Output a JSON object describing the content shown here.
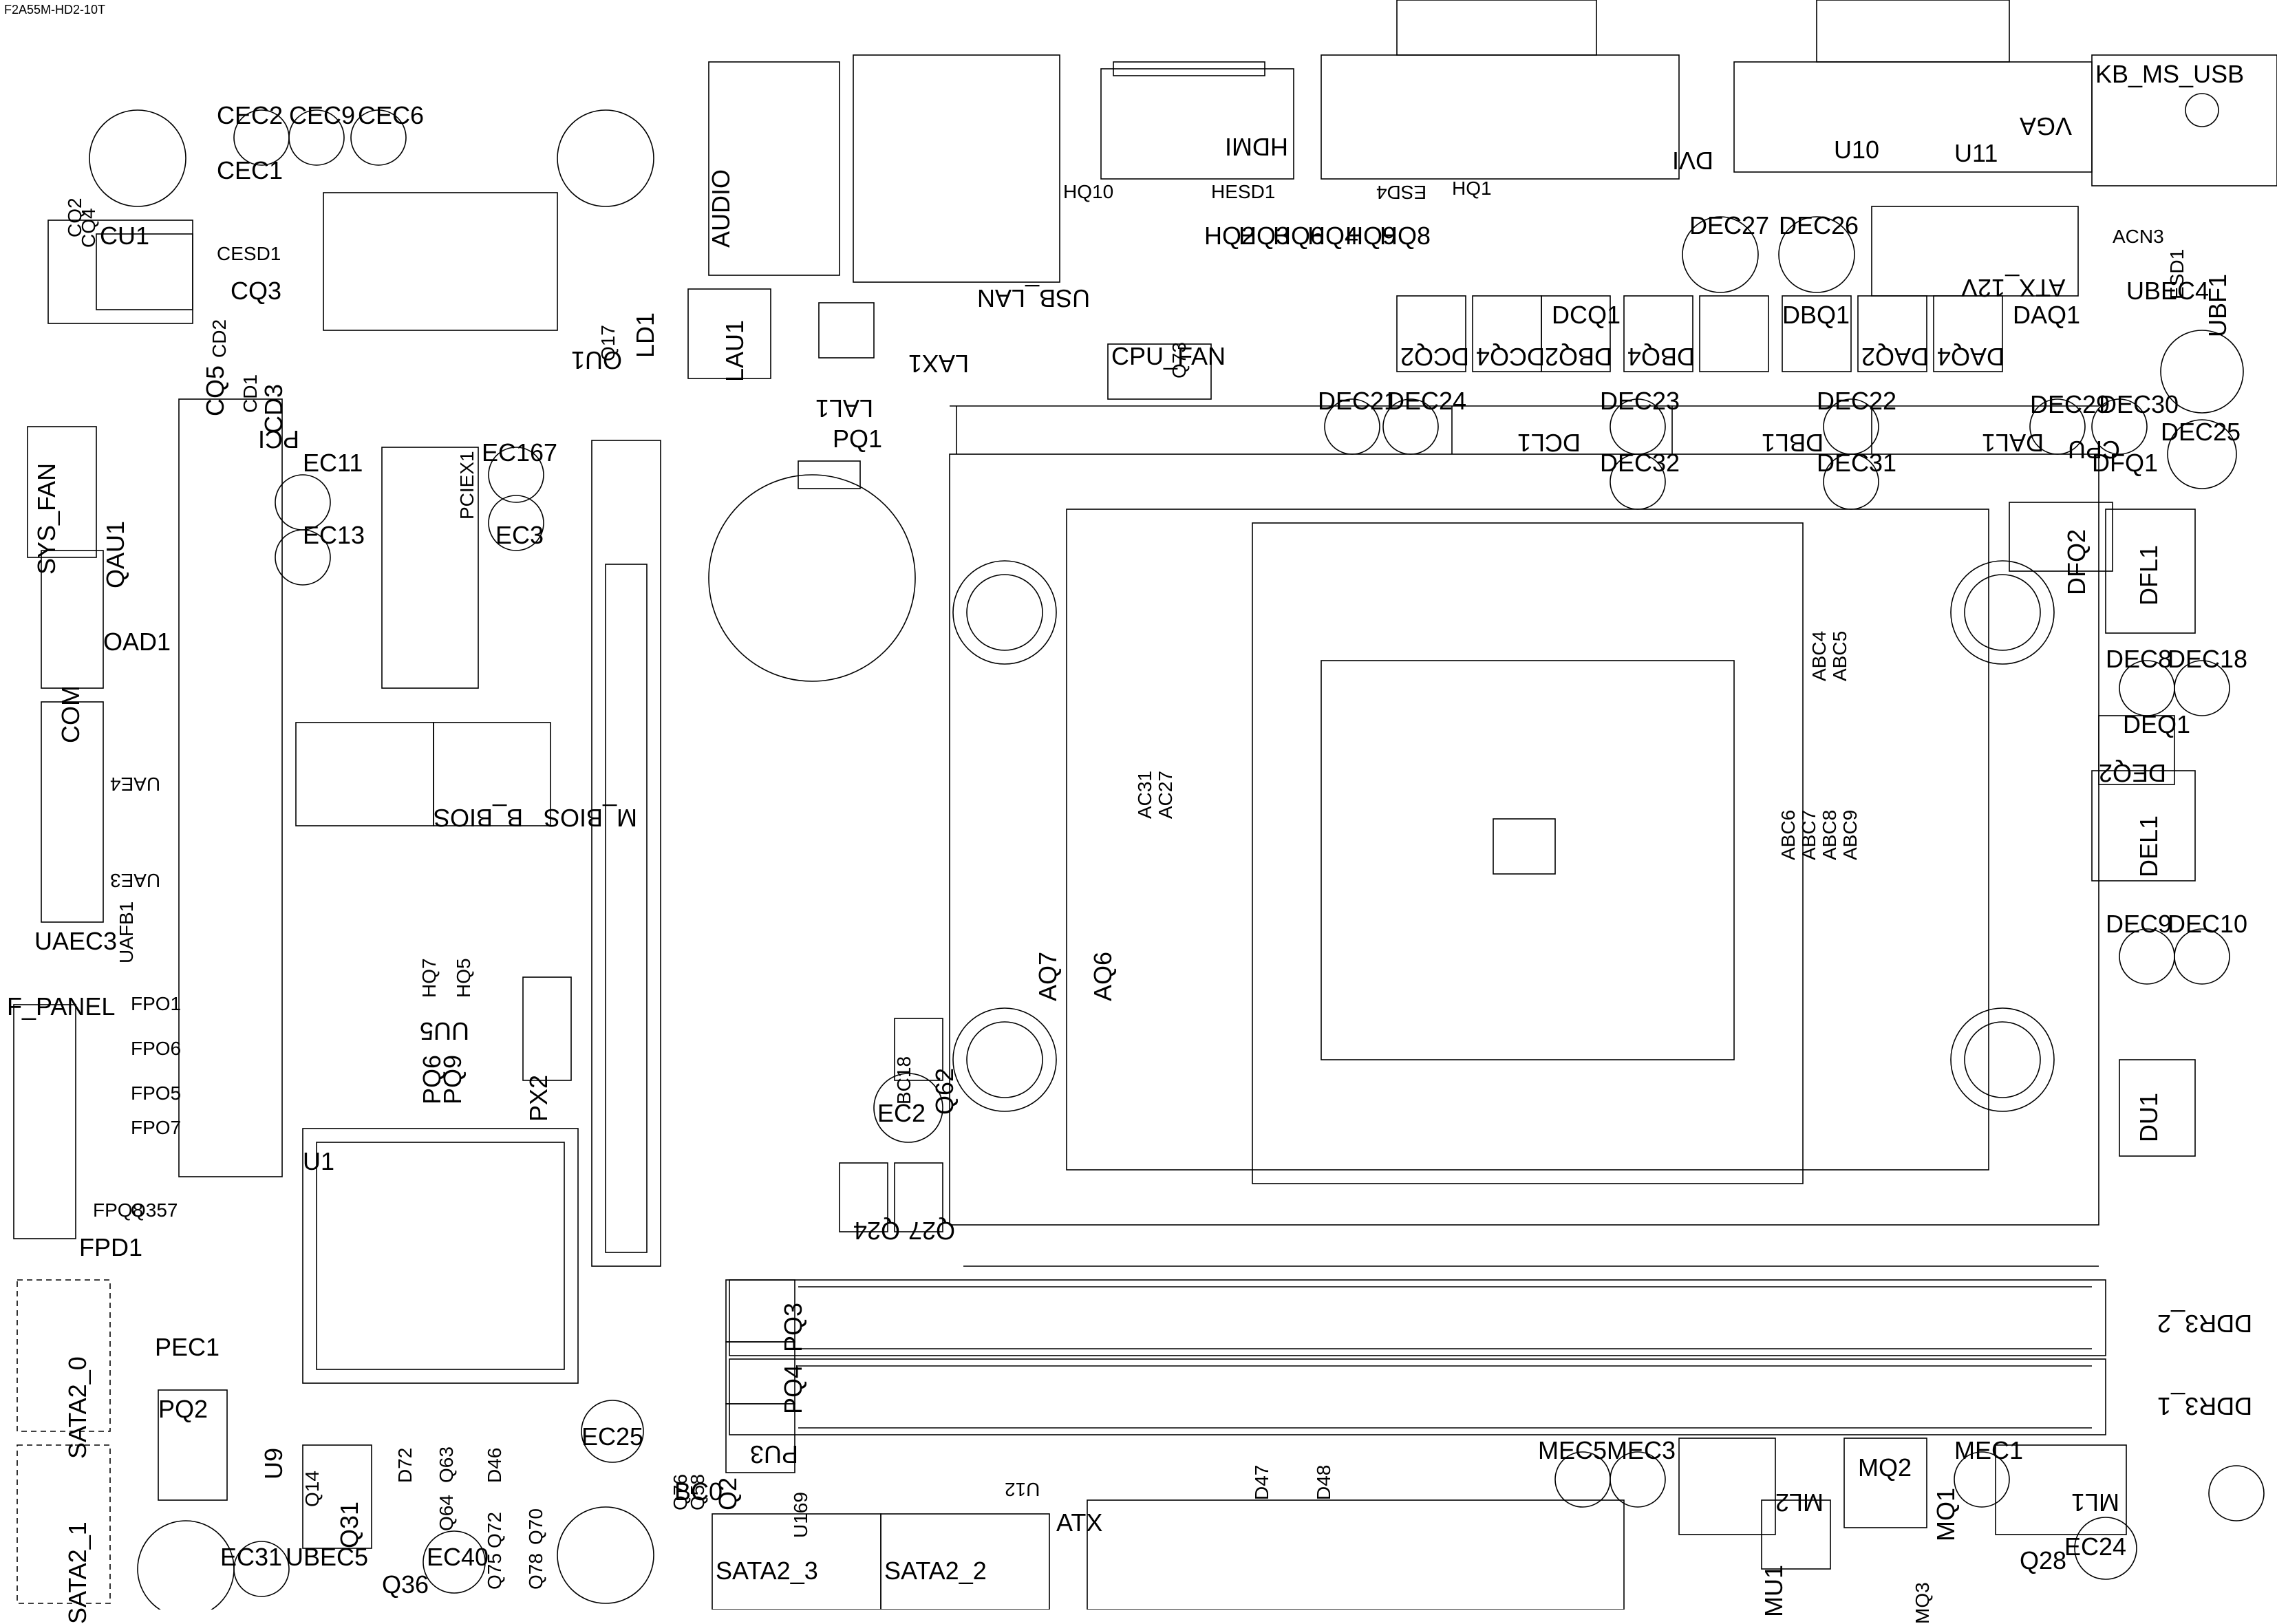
{
  "title": "F2A55M-HD2-10T",
  "labels": [
    {
      "id": "kb-ms-usb",
      "text": "KB_MS_USB",
      "size": "big"
    },
    {
      "id": "vga",
      "text": "VGA",
      "size": "big",
      "rot": 180
    },
    {
      "id": "dvi",
      "text": "DVI",
      "size": "big",
      "rot": 180
    },
    {
      "id": "hdmi",
      "text": "HDMI",
      "size": "big",
      "rot": 180
    },
    {
      "id": "audio",
      "text": "AUDIO",
      "size": "big",
      "rot": 270
    },
    {
      "id": "usb-lan",
      "text": "USB_LAN",
      "size": "big",
      "rot": 180
    },
    {
      "id": "cpu-fan",
      "text": "CPU_FAN",
      "size": "big"
    },
    {
      "id": "atx-12v",
      "text": "ATX_12V",
      "size": "big",
      "rot": 180
    },
    {
      "id": "ubf1",
      "text": "UBF1",
      "size": "big",
      "rot": 270
    },
    {
      "id": "esd1",
      "text": "ESD1",
      "size": "normal",
      "rot": 270
    },
    {
      "id": "acn3",
      "text": "ACN3",
      "size": "normal"
    },
    {
      "id": "ubec4",
      "text": "UBEC4",
      "size": "big"
    },
    {
      "id": "u10",
      "text": "U10",
      "size": "big"
    },
    {
      "id": "u11",
      "text": "U11",
      "size": "big"
    },
    {
      "id": "dec27",
      "text": "DEC27",
      "size": "big"
    },
    {
      "id": "dec26",
      "text": "DEC26",
      "size": "big"
    },
    {
      "id": "dcq1",
      "text": "DCQ1",
      "size": "big"
    },
    {
      "id": "dbq1",
      "text": "DBQ1",
      "size": "big"
    },
    {
      "id": "daq1",
      "text": "DAQ1",
      "size": "big"
    },
    {
      "id": "dcq2",
      "text": "DCQ2",
      "size": "big",
      "rot": 180
    },
    {
      "id": "dcq4",
      "text": "DCQ4",
      "size": "big",
      "rot": 180
    },
    {
      "id": "dbq2",
      "text": "DBQ2",
      "size": "big",
      "rot": 180
    },
    {
      "id": "dbq4",
      "text": "DBQ4",
      "size": "big",
      "rot": 180
    },
    {
      "id": "daq2",
      "text": "DAQ2",
      "size": "big",
      "rot": 180
    },
    {
      "id": "daq4",
      "text": "DAQ4",
      "size": "big",
      "rot": 180
    },
    {
      "id": "dec21",
      "text": "DEC21",
      "size": "big"
    },
    {
      "id": "dec24",
      "text": "DEC24",
      "size": "big"
    },
    {
      "id": "dec23",
      "text": "DEC23",
      "size": "big"
    },
    {
      "id": "dec22",
      "text": "DEC22",
      "size": "big"
    },
    {
      "id": "dec29",
      "text": "DEC29",
      "size": "big"
    },
    {
      "id": "dec30",
      "text": "DEC30",
      "size": "big"
    },
    {
      "id": "dec25",
      "text": "DEC25",
      "size": "big"
    },
    {
      "id": "dcl1",
      "text": "DCL1",
      "size": "big",
      "rot": 180
    },
    {
      "id": "dbl1",
      "text": "DBL1",
      "size": "big",
      "rot": 180
    },
    {
      "id": "dal1",
      "text": "DAL1",
      "size": "big",
      "rot": 180
    },
    {
      "id": "dec32",
      "text": "DEC32",
      "size": "big"
    },
    {
      "id": "dec31",
      "text": "DEC31",
      "size": "big"
    },
    {
      "id": "cpu",
      "text": "CPU",
      "size": "big",
      "rot": 180
    },
    {
      "id": "dfq1",
      "text": "DFQ1",
      "size": "big"
    },
    {
      "id": "dfq2",
      "text": "DFQ2",
      "size": "big",
      "rot": 270
    },
    {
      "id": "dfl1",
      "text": "DFL1",
      "size": "big",
      "rot": 270
    },
    {
      "id": "dec8",
      "text": "DEC8",
      "size": "big"
    },
    {
      "id": "dec18",
      "text": "DEC18",
      "size": "big"
    },
    {
      "id": "deq1",
      "text": "DEQ1",
      "size": "big"
    },
    {
      "id": "deq2",
      "text": "DEQ2",
      "size": "big",
      "rot": 180
    },
    {
      "id": "del1",
      "text": "DEL1",
      "size": "big",
      "rot": 270
    },
    {
      "id": "dec9",
      "text": "DEC9",
      "size": "big"
    },
    {
      "id": "dec10",
      "text": "DEC10",
      "size": "big"
    },
    {
      "id": "du1",
      "text": "DU1",
      "size": "big",
      "rot": 270
    },
    {
      "id": "ddr3-2",
      "text": "DDR3_2",
      "size": "big",
      "rot": 180
    },
    {
      "id": "ddr3-1",
      "text": "DDR3_1",
      "size": "big",
      "rot": 180
    },
    {
      "id": "mec1",
      "text": "MEC1",
      "size": "big"
    },
    {
      "id": "mec3",
      "text": "MEC3",
      "size": "big"
    },
    {
      "id": "mec5",
      "text": "MEC5",
      "size": "big"
    },
    {
      "id": "mq1",
      "text": "MQ1",
      "size": "big",
      "rot": 270
    },
    {
      "id": "mq2",
      "text": "MQ2",
      "size": "big"
    },
    {
      "id": "ml1",
      "text": "ML1",
      "size": "big",
      "rot": 180
    },
    {
      "id": "ml2",
      "text": "ML2",
      "size": "big",
      "rot": 180
    },
    {
      "id": "mu1",
      "text": "MU1",
      "size": "big",
      "rot": 270
    },
    {
      "id": "q28",
      "text": "Q28",
      "size": "big"
    },
    {
      "id": "ec24",
      "text": "EC24",
      "size": "big"
    },
    {
      "id": "atx",
      "text": "ATX",
      "size": "big"
    },
    {
      "id": "sata2-3",
      "text": "SATA2_3",
      "size": "big"
    },
    {
      "id": "sata2-2",
      "text": "SATA2_2",
      "size": "big"
    },
    {
      "id": "sata2-0",
      "text": "SATA2_0",
      "size": "big",
      "rot": 270
    },
    {
      "id": "sata2-1",
      "text": "SATA2_1",
      "size": "big",
      "rot": 270
    },
    {
      "id": "ec31",
      "text": "EC31",
      "size": "big"
    },
    {
      "id": "ubec5",
      "text": "UBEC5",
      "size": "big"
    },
    {
      "id": "q36",
      "text": "Q36",
      "size": "big"
    },
    {
      "id": "ec40",
      "text": "EC40",
      "size": "big"
    },
    {
      "id": "ec25",
      "text": "EC25",
      "size": "big"
    },
    {
      "id": "bc0",
      "text": "BC0",
      "size": "big"
    },
    {
      "id": "pu3",
      "text": "PU3",
      "size": "big",
      "rot": 180
    },
    {
      "id": "pq4",
      "text": "PQ4",
      "size": "big",
      "rot": 270
    },
    {
      "id": "pq3",
      "text": "PQ3",
      "size": "big",
      "rot": 270
    },
    {
      "id": "u9",
      "text": "U9",
      "size": "big",
      "rot": 270
    },
    {
      "id": "q31",
      "text": "Q31",
      "size": "big",
      "rot": 270
    },
    {
      "id": "pq2",
      "text": "PQ2",
      "size": "big"
    },
    {
      "id": "pec1",
      "text": "PEC1",
      "size": "big"
    },
    {
      "id": "fpd1",
      "text": "FPD1",
      "size": "big"
    },
    {
      "id": "f-panel",
      "text": "F_PANEL",
      "size": "big"
    },
    {
      "id": "fpo1",
      "text": "FPO1",
      "size": "normal"
    },
    {
      "id": "fpo6",
      "text": "FPO6",
      "size": "normal"
    },
    {
      "id": "fpo5",
      "text": "FPO5",
      "size": "normal"
    },
    {
      "id": "fpo7",
      "text": "FPO7",
      "size": "normal"
    },
    {
      "id": "fpq8",
      "text": "FPQ8",
      "size": "normal"
    },
    {
      "id": "q357",
      "text": "Q357",
      "size": "normal"
    },
    {
      "id": "u1",
      "text": "U1",
      "size": "big"
    },
    {
      "id": "px2",
      "text": "PX2",
      "size": "big",
      "rot": 270
    },
    {
      "id": "uu5",
      "text": "UU5",
      "size": "big",
      "rot": 180
    },
    {
      "id": "pq6",
      "text": "PQ6",
      "size": "big",
      "rot": 270
    },
    {
      "id": "pq9",
      "text": "PQ9",
      "size": "big",
      "rot": 270
    },
    {
      "id": "ec2",
      "text": "EC2",
      "size": "big"
    },
    {
      "id": "q24",
      "text": "Q24",
      "size": "big",
      "rot": 180
    },
    {
      "id": "q27",
      "text": "Q27",
      "size": "big",
      "rot": 180
    },
    {
      "id": "q62",
      "text": "Q62",
      "size": "big",
      "rot": 270
    },
    {
      "id": "bc18",
      "text": "BC18",
      "size": "normal",
      "rot": 270
    },
    {
      "id": "aq7",
      "text": "AQ7",
      "size": "big",
      "rot": 270
    },
    {
      "id": "aq6",
      "text": "AQ6",
      "size": "big",
      "rot": 270
    },
    {
      "id": "ac31",
      "text": "AC31",
      "size": "normal",
      "rot": 270
    },
    {
      "id": "ac27",
      "text": "AC27",
      "size": "normal",
      "rot": 270
    },
    {
      "id": "m-bios",
      "text": "M_BIOS",
      "size": "big",
      "rot": 180
    },
    {
      "id": "b-bios",
      "text": "B_BIOS",
      "size": "big",
      "rot": 180
    },
    {
      "id": "pci",
      "text": "PCI",
      "size": "big",
      "rot": 180
    },
    {
      "id": "pciex1",
      "text": "PCIEX1",
      "size": "normal",
      "rot": 270
    },
    {
      "id": "ec167",
      "text": "EC167",
      "size": "big"
    },
    {
      "id": "ec3",
      "text": "EC3",
      "size": "big"
    },
    {
      "id": "ec11",
      "text": "EC11",
      "size": "big"
    },
    {
      "id": "ec13",
      "text": "EC13",
      "size": "big"
    },
    {
      "id": "pq1",
      "text": "PQ1",
      "size": "big"
    },
    {
      "id": "lau1",
      "text": "LAU1",
      "size": "big",
      "rot": 270
    },
    {
      "id": "lax1",
      "text": "LAX1",
      "size": "big",
      "rot": 180
    },
    {
      "id": "lal1",
      "text": "LAL1",
      "size": "big",
      "rot": 180
    },
    {
      "id": "ld1",
      "text": "LD1",
      "size": "big",
      "rot": 270
    },
    {
      "id": "ou1",
      "text": "OU1",
      "size": "big",
      "rot": 180
    },
    {
      "id": "q17",
      "text": "Q17",
      "size": "normal",
      "rot": 270
    },
    {
      "id": "cec2",
      "text": "CEC2",
      "size": "big"
    },
    {
      "id": "cec9",
      "text": "CEC9",
      "size": "big"
    },
    {
      "id": "cec6",
      "text": "CEC6",
      "size": "big"
    },
    {
      "id": "cec1",
      "text": "CEC1",
      "size": "big"
    },
    {
      "id": "cu1",
      "text": "CU1",
      "size": "big"
    },
    {
      "id": "cq3",
      "text": "CQ3",
      "size": "big"
    },
    {
      "id": "cesd1",
      "text": "CESD1",
      "size": "normal"
    },
    {
      "id": "cq5",
      "text": "CQ5",
      "size": "big",
      "rot": 270
    },
    {
      "id": "cd1",
      "text": "CD1",
      "size": "normal",
      "rot": 270
    },
    {
      "id": "cd2",
      "text": "CD2",
      "size": "normal",
      "rot": 270
    },
    {
      "id": "cd3",
      "text": "CD3",
      "size": "big",
      "rot": 270
    },
    {
      "id": "cq2",
      "text": "CQ2",
      "size": "normal",
      "rot": 270
    },
    {
      "id": "cq4",
      "text": "CQ4",
      "size": "normal",
      "rot": 270
    },
    {
      "id": "sys-fan",
      "text": "SYS_FAN",
      "size": "big",
      "rot": 270
    },
    {
      "id": "qau1",
      "text": "QAU1",
      "size": "big",
      "rot": 270
    },
    {
      "id": "com",
      "text": "COM",
      "size": "big",
      "rot": 270
    },
    {
      "id": "oad1",
      "text": "OAD1",
      "size": "big"
    },
    {
      "id": "uae4",
      "text": "UAE4",
      "size": "normal",
      "rot": 180
    },
    {
      "id": "uae3",
      "text": "UAE3",
      "size": "normal",
      "rot": 180
    },
    {
      "id": "uaec3",
      "text": "UAEC3",
      "size": "big"
    },
    {
      "id": "uafb1",
      "text": "UAFB1",
      "size": "normal",
      "rot": 270
    },
    {
      "id": "hq10",
      "text": "HQ10",
      "size": "normal"
    },
    {
      "id": "hq1",
      "text": "HQ1",
      "size": "normal"
    },
    {
      "id": "hesd1",
      "text": "HESD1",
      "size": "normal"
    },
    {
      "id": "hq2",
      "text": "HQ2",
      "size": "big"
    },
    {
      "id": "hq3",
      "text": "HQ3",
      "size": "big"
    },
    {
      "id": "hq6",
      "text": "HQ6",
      "size": "big"
    },
    {
      "id": "hq4",
      "text": "HQ4",
      "size": "big"
    },
    {
      "id": "hq9",
      "text": "HQ9",
      "size": "big"
    },
    {
      "id": "hq8",
      "text": "HQ8",
      "size": "big"
    },
    {
      "id": "esd4",
      "text": "ESD4",
      "size": "normal",
      "rot": 180
    },
    {
      "id": "q73",
      "text": "Q73",
      "size": "normal",
      "rot": 270
    },
    {
      "id": "abc4",
      "text": "ABC4",
      "size": "normal",
      "rot": 270
    },
    {
      "id": "abc5",
      "text": "ABC5",
      "size": "normal",
      "rot": 270
    },
    {
      "id": "abc6",
      "text": "ABC6",
      "size": "normal",
      "rot": 270
    },
    {
      "id": "abc7",
      "text": "ABC7",
      "size": "normal",
      "rot": 270
    },
    {
      "id": "abc8",
      "text": "ABC8",
      "size": "normal",
      "rot": 270
    },
    {
      "id": "abc9",
      "text": "ABC9",
      "size": "normal",
      "rot": 270
    },
    {
      "id": "d47",
      "text": "D47",
      "size": "normal",
      "rot": 270
    },
    {
      "id": "d48",
      "text": "D48",
      "size": "normal",
      "rot": 270
    },
    {
      "id": "d46",
      "text": "D46",
      "size": "normal",
      "rot": 270
    },
    {
      "id": "d72",
      "text": "D72",
      "size": "normal",
      "rot": 270
    },
    {
      "id": "q63",
      "text": "Q63",
      "size": "normal",
      "rot": 270
    },
    {
      "id": "q64",
      "text": "Q64",
      "size": "normal",
      "rot": 270
    },
    {
      "id": "q72",
      "text": "Q72",
      "size": "normal",
      "rot": 270
    },
    {
      "id": "q75",
      "text": "Q75",
      "size": "normal",
      "rot": 270
    },
    {
      "id": "q70",
      "text": "Q70",
      "size": "normal",
      "rot": 270
    },
    {
      "id": "q78",
      "text": "Q78",
      "size": "normal",
      "rot": 270
    },
    {
      "id": "q14",
      "text": "Q14",
      "size": "normal",
      "rot": 270
    },
    {
      "id": "q58",
      "text": "Q58",
      "size": "normal",
      "rot": 270
    },
    {
      "id": "q76",
      "text": "Q76",
      "size": "normal",
      "rot": 270
    },
    {
      "id": "q2",
      "text": "Q2",
      "size": "big",
      "rot": 270
    },
    {
      "id": "u12",
      "text": "U12",
      "size": "normal",
      "rot": 180
    },
    {
      "id": "u169",
      "text": "U169",
      "size": "normal",
      "rot": 270
    },
    {
      "id": "mq3",
      "text": "MQ3",
      "size": "normal",
      "rot": 270
    },
    {
      "id": "dq7",
      "text": "HQ7",
      "size": "normal",
      "rot": 270
    },
    {
      "id": "hq5",
      "text": "HQ5",
      "size": "normal",
      "rot": 270
    }
  ]
}
